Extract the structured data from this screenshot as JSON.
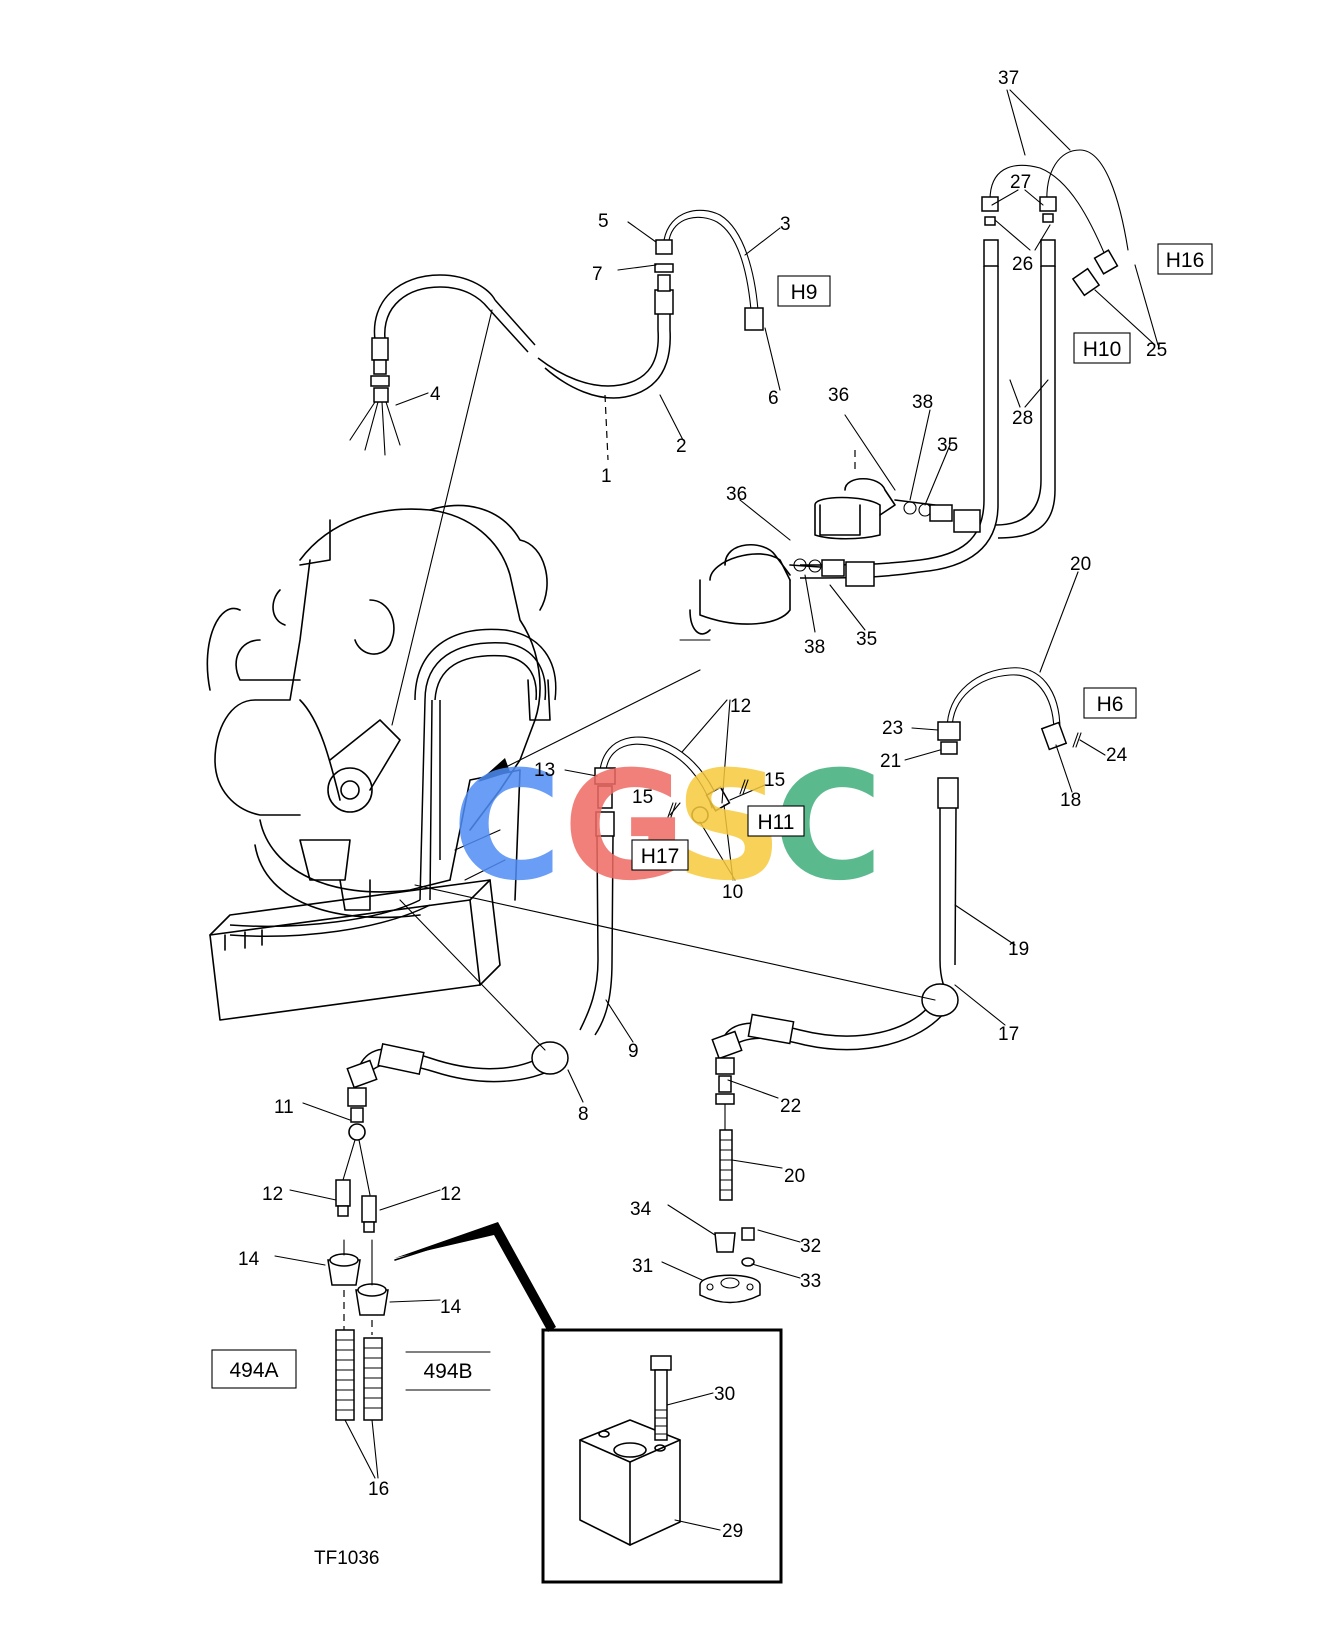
{
  "figure": {
    "reference": "TF1036"
  },
  "watermark": {
    "letters": [
      {
        "char": "C",
        "color": "#4f8df5"
      },
      {
        "char": "G",
        "color": "#f06b63"
      },
      {
        "char": "S",
        "color": "#f6c93c"
      },
      {
        "char": "C",
        "color": "#3fae7a"
      }
    ]
  },
  "boxed_labels": [
    "H9",
    "H16",
    "H10",
    "H6",
    "H11",
    "H17",
    "494A",
    "494B"
  ],
  "part_callouts": [
    "37",
    "27",
    "26",
    "25",
    "5",
    "3",
    "7",
    "4",
    "6",
    "2",
    "1",
    "36",
    "38",
    "35",
    "28",
    "36",
    "38",
    "35",
    "20",
    "12",
    "13",
    "15",
    "15",
    "10",
    "23",
    "21",
    "24",
    "18",
    "19",
    "17",
    "9",
    "8",
    "11",
    "22",
    "20",
    "12",
    "12",
    "14",
    "14",
    "34",
    "32",
    "31",
    "33",
    "16",
    "30",
    "29"
  ]
}
